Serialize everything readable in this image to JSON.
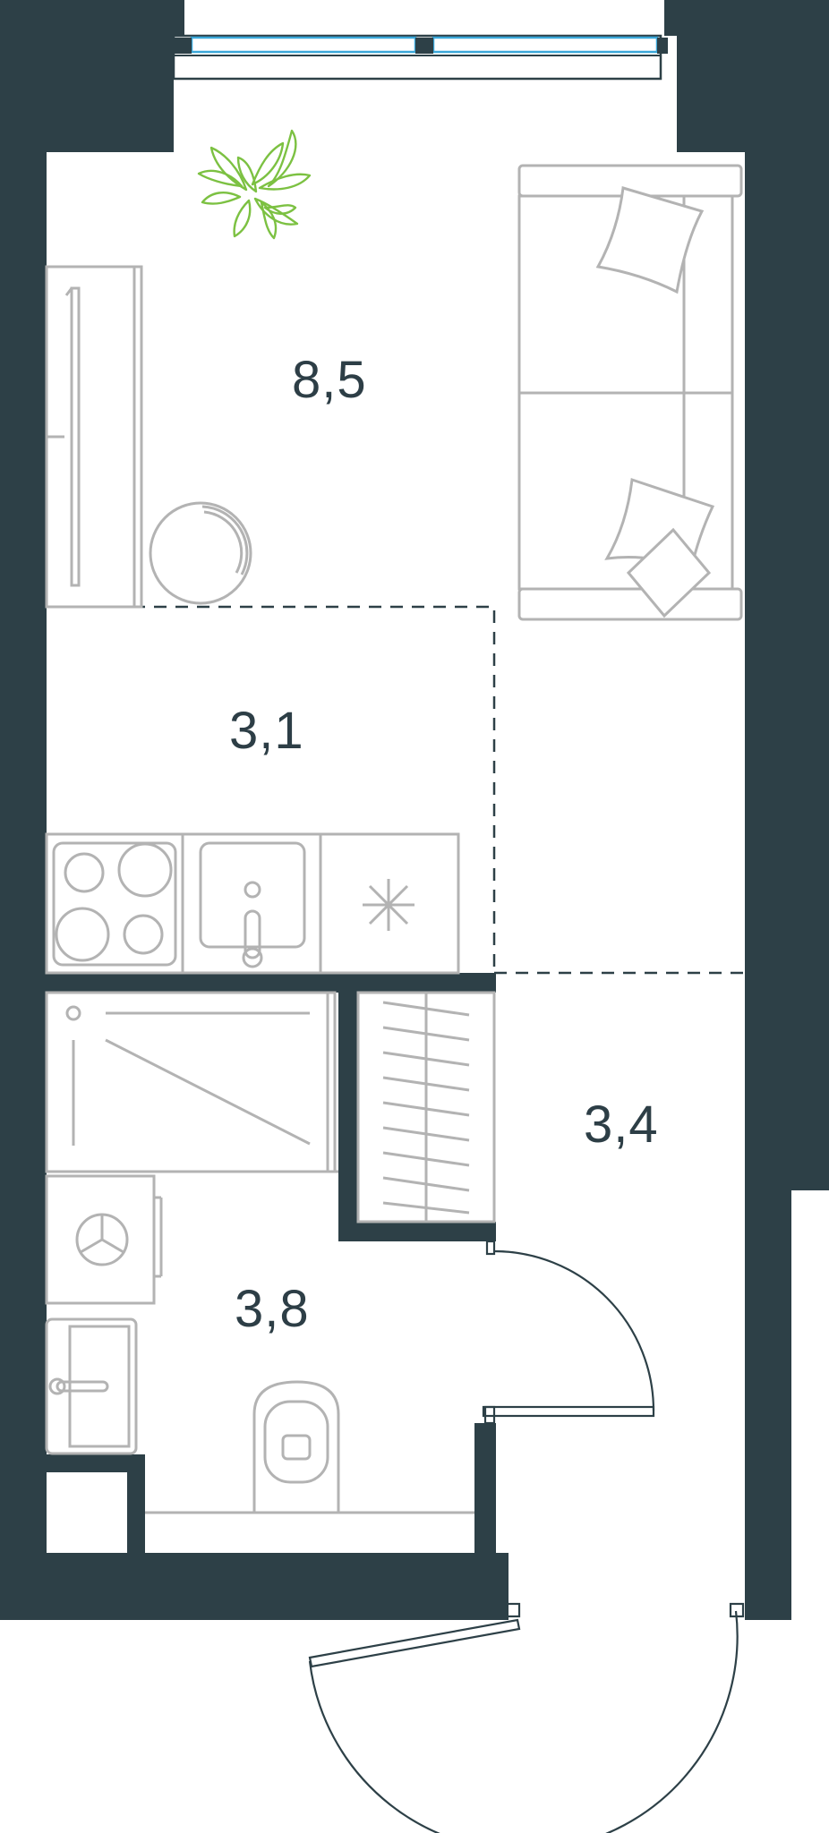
{
  "rooms": [
    {
      "id": "living",
      "area": "8,5"
    },
    {
      "id": "kitchen",
      "area": "3,1"
    },
    {
      "id": "hall",
      "area": "3,4"
    },
    {
      "id": "bathroom",
      "area": "3,8"
    }
  ],
  "colors": {
    "wall": "#2d4047",
    "window": "#3aa7d9",
    "furniture": "#b3b3b3",
    "plant": "#7cc142"
  }
}
